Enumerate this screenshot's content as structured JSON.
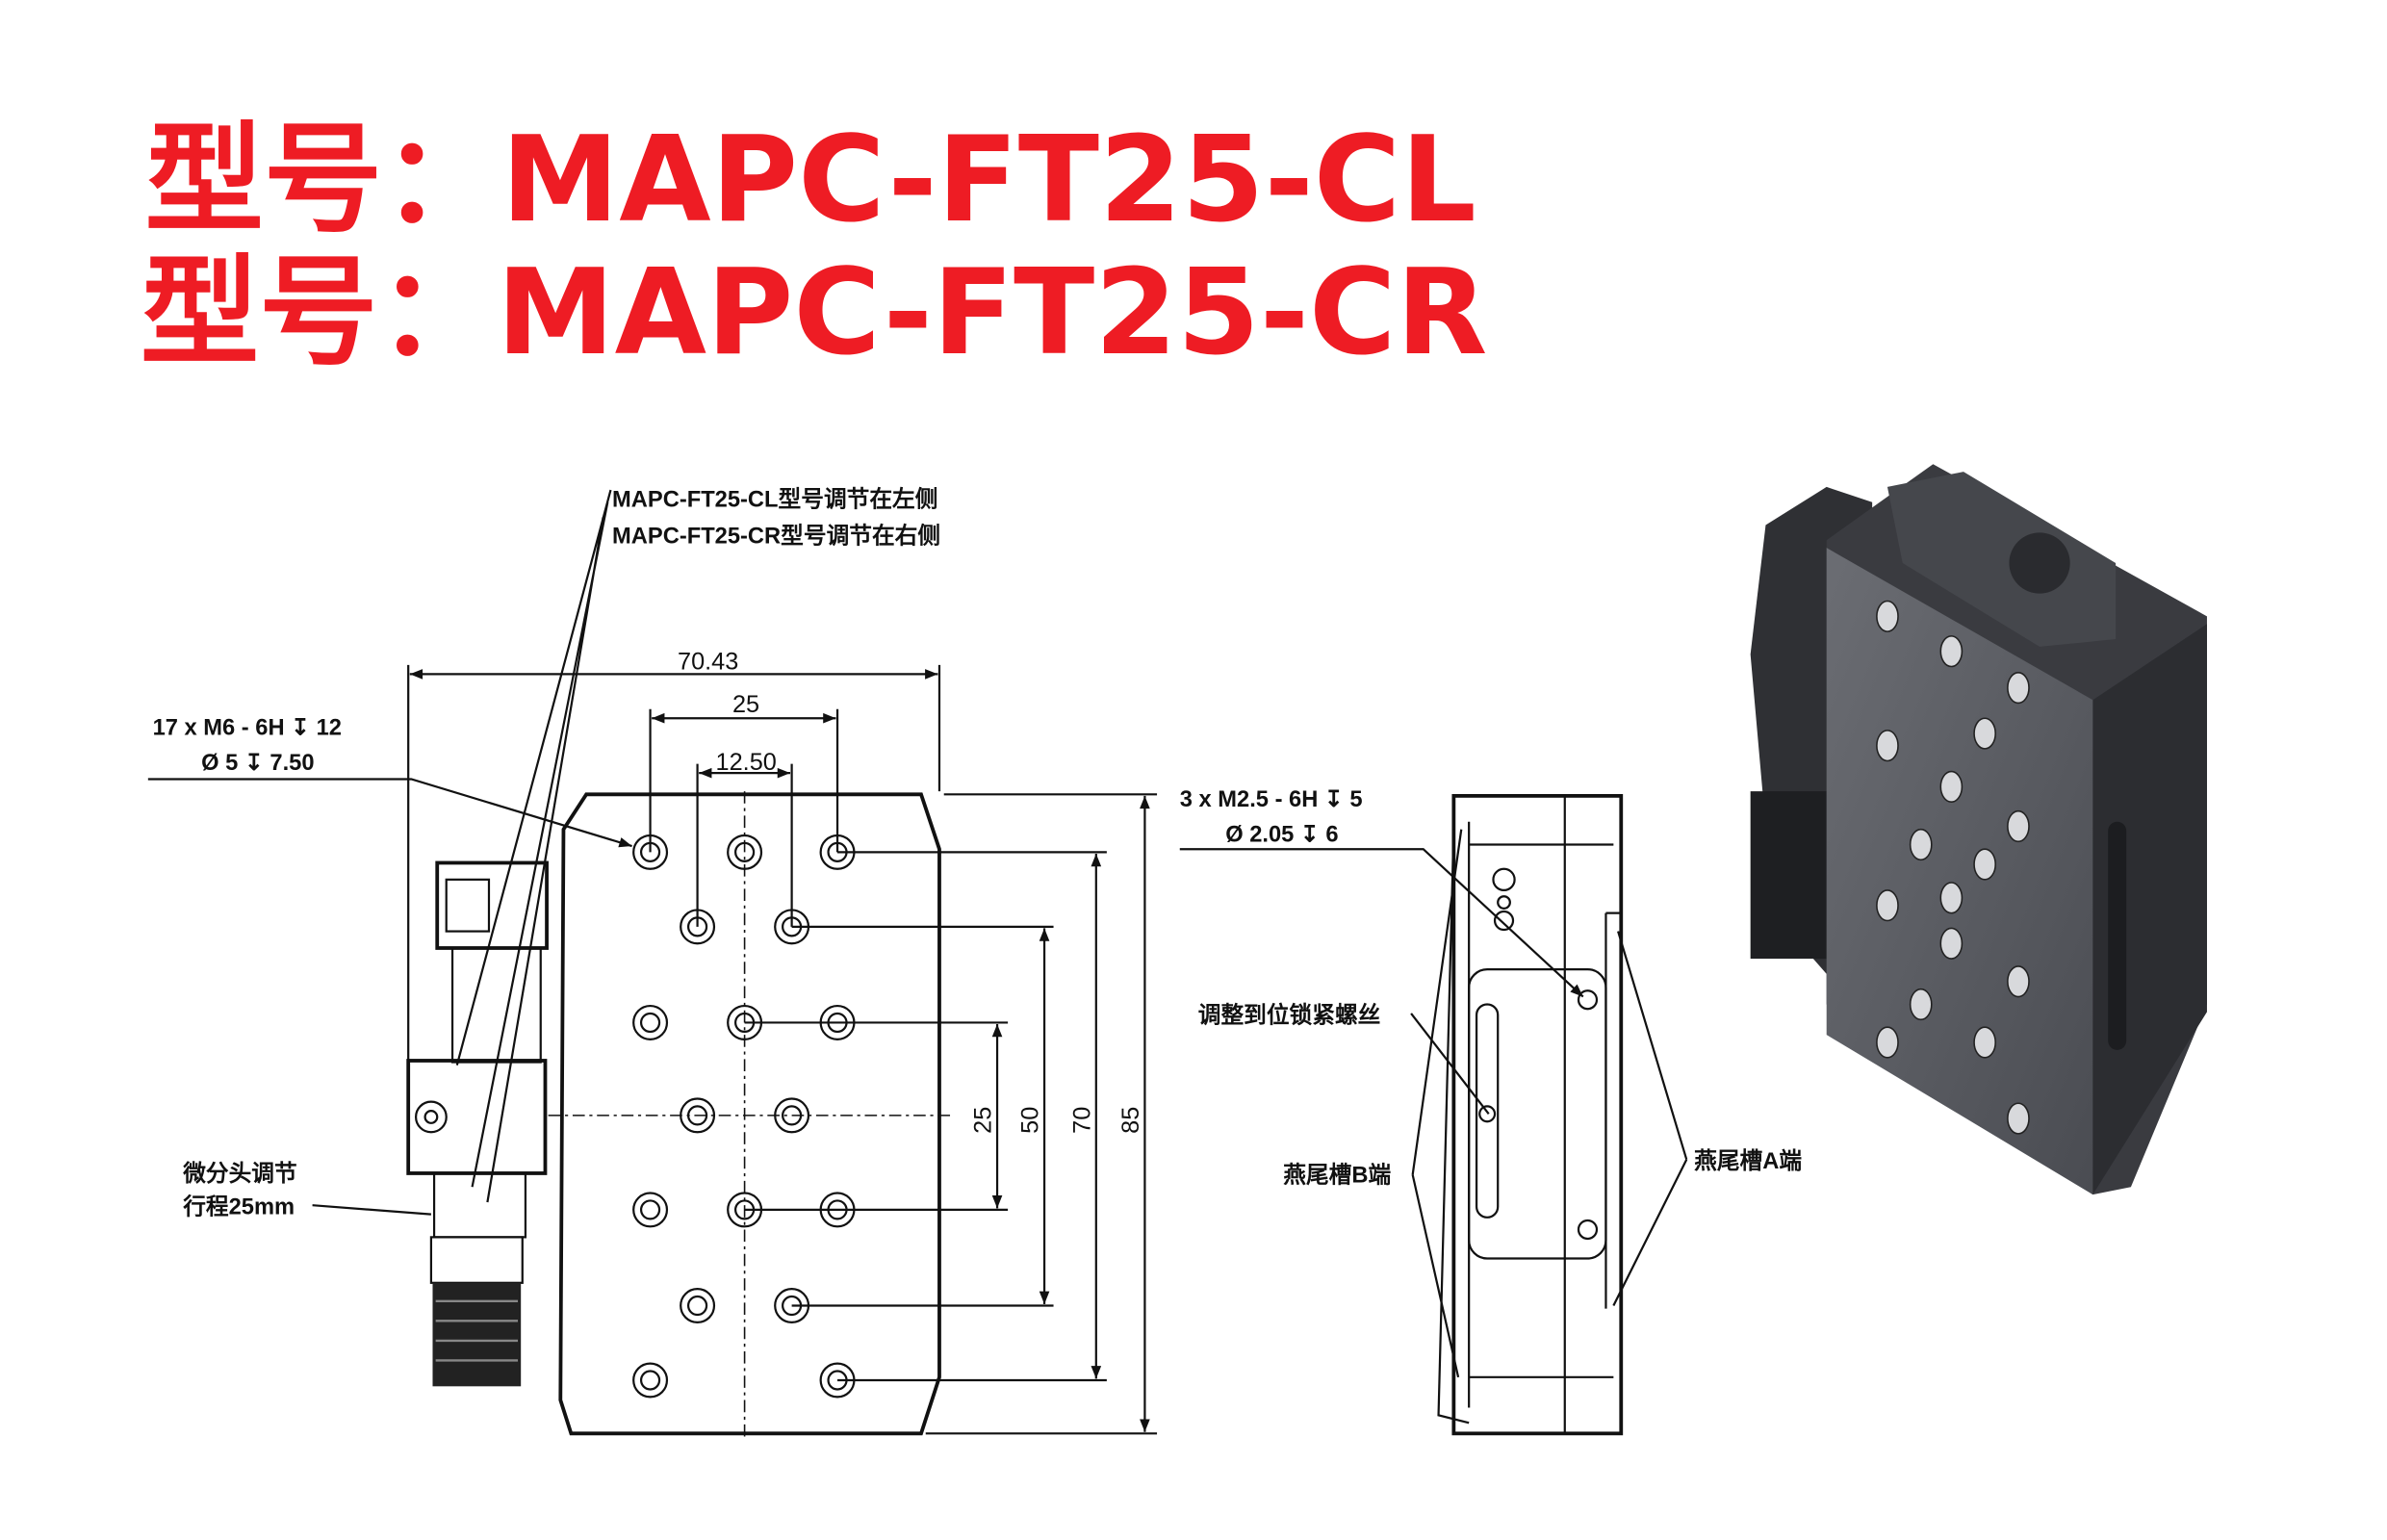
{
  "titles": [
    "型号：MAPC-FT25-CL",
    "型号：MAPC-FT25-CR"
  ],
  "callouts": {
    "model_note_cl": "MAPC-FT25-CL型号调节在左侧",
    "model_note_cr": "MAPC-FT25-CR型号调节在右侧",
    "holes_top_line1": "17 x  M6 - 6H ↧ 12",
    "holes_top_line2": "Ø 5 ↧ 7.50",
    "micrometer_line1": "微分头调节",
    "micrometer_line2": "行程25mm",
    "holes_side_line1": "3 x  M2.5 - 6H ↧ 5",
    "holes_side_line2": "Ø 2.05 ↧ 6",
    "lock_screw": "调整到位锁紧螺丝",
    "dovetail_b": "燕尾槽B端",
    "dovetail_a": "燕尾槽A端"
  },
  "dimensions": {
    "width_overall": "70.43",
    "hole_pitch_x": "25",
    "hole_offset_x": "12.50",
    "v25": "25",
    "v50": "50",
    "v70": "70",
    "v85": "85"
  },
  "colors": {
    "title": "#ee1c24",
    "render": "#5a5c62"
  }
}
